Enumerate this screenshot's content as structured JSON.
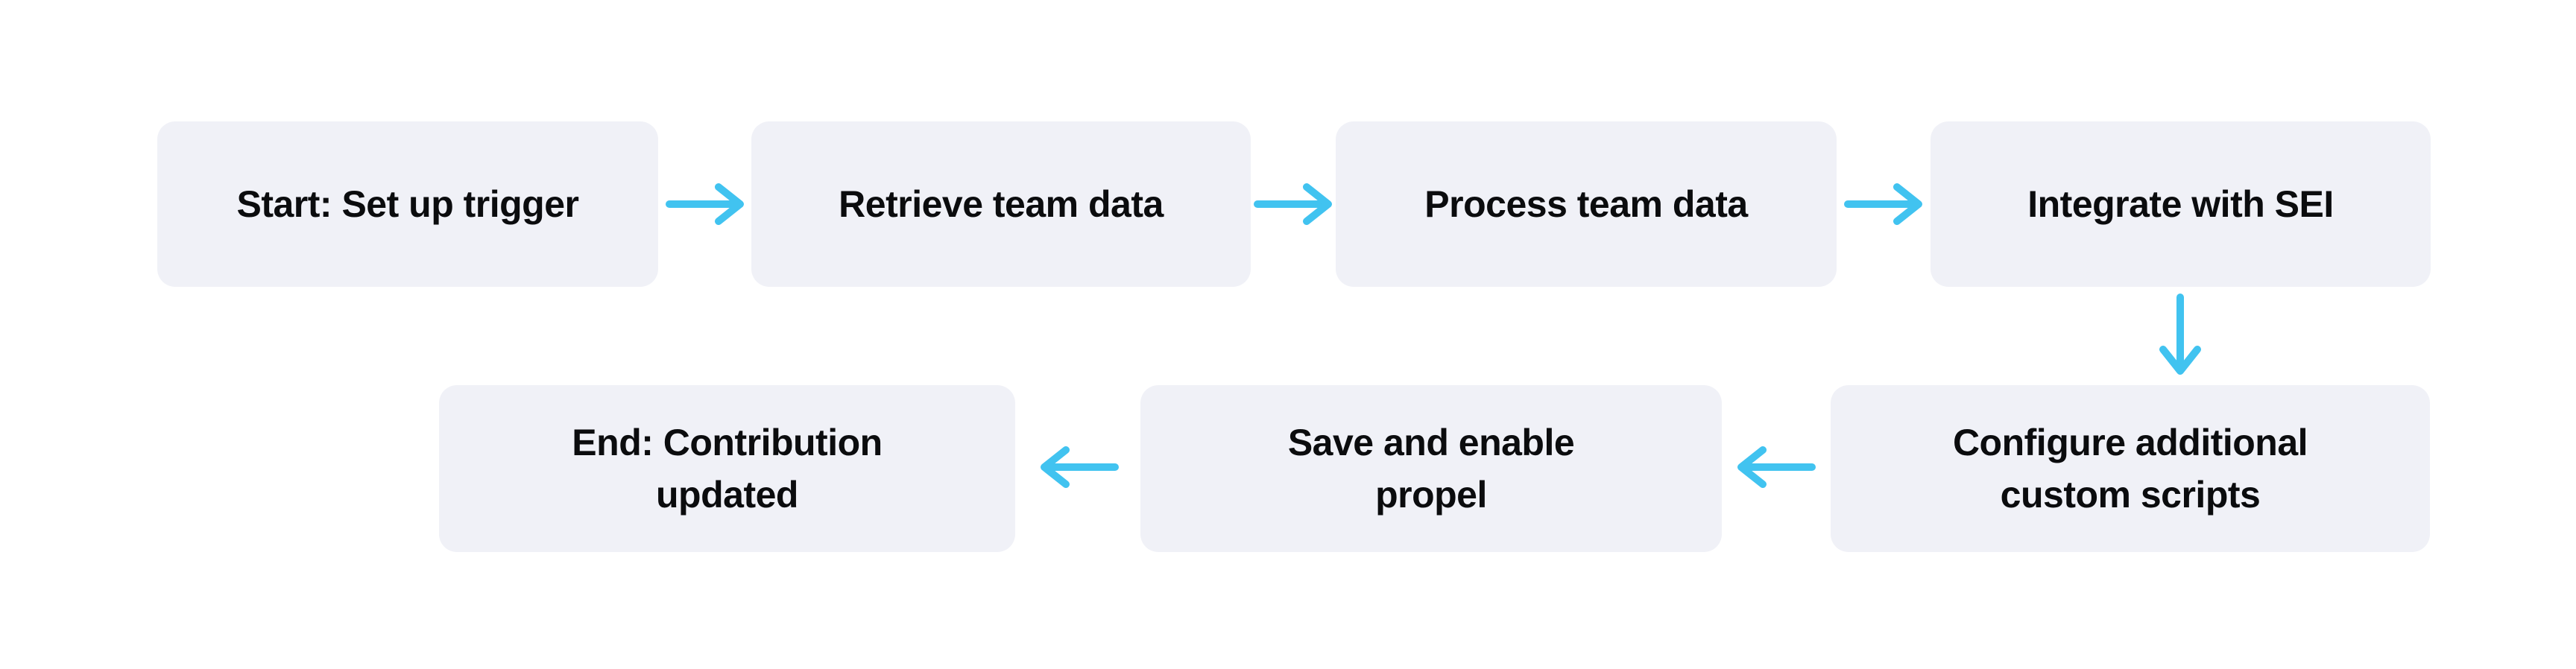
{
  "diagram": {
    "type": "flowchart",
    "layout": "two-row snake flow, top row left-to-right, bottom row right-to-left",
    "colors": {
      "background": "#ffffff",
      "node_fill": "#f0f1f7",
      "node_text": "#0b0c0e",
      "arrow": "#41c3f0"
    },
    "nodes": [
      {
        "id": "start",
        "label": "Start: Set up trigger"
      },
      {
        "id": "retrieve-team-data",
        "label": "Retrieve team data"
      },
      {
        "id": "process-team-data",
        "label": "Process team data"
      },
      {
        "id": "integrate-with-sei",
        "label": "Integrate with SEI"
      },
      {
        "id": "configure-custom-scripts",
        "label": "Configure additional\ncustom scripts"
      },
      {
        "id": "save-and-enable-propel",
        "label": "Save and enable\npropel"
      },
      {
        "id": "end",
        "label": "End: Contribution\nupdated"
      }
    ],
    "edges": [
      {
        "from": "start",
        "to": "retrieve-team-data",
        "direction": "right"
      },
      {
        "from": "retrieve-team-data",
        "to": "process-team-data",
        "direction": "right"
      },
      {
        "from": "process-team-data",
        "to": "integrate-with-sei",
        "direction": "right"
      },
      {
        "from": "integrate-with-sei",
        "to": "configure-custom-scripts",
        "direction": "down"
      },
      {
        "from": "configure-custom-scripts",
        "to": "save-and-enable-propel",
        "direction": "left"
      },
      {
        "from": "save-and-enable-propel",
        "to": "end",
        "direction": "left"
      }
    ]
  }
}
